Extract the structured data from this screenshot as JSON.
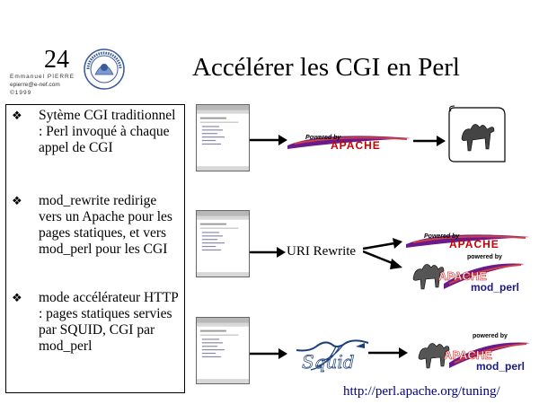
{
  "header": {
    "slide_number": "24",
    "author_name": "Emmanuel PIERRE",
    "author_email": "epierre@e-nef.com",
    "copyright": "©1999",
    "title": "Accélérer les CGI en Perl"
  },
  "bullets": [
    {
      "symbol": "❖",
      "text": "Sytème CGI traditionnel : Perl invoqué à chaque appel de CGI"
    },
    {
      "symbol": "❖",
      "text": "mod_rewrite redirige vers un Apache pour les pages statiques, et vers mod_perl pour les CGI"
    },
    {
      "symbol": "❖",
      "text": "mode accélérateur HTTP : pages statiques servies par SQUID, CGI par mod_perl"
    }
  ],
  "logos": {
    "apache_powered": "Powered by",
    "apache_name": "APACHE",
    "modperl_powered": "powered by",
    "modperl_apache": "APACHE",
    "modperl_name": "mod_perl",
    "squid_name": "Squid"
  },
  "diagram": {
    "uri_rewrite_label": "URI Rewrite"
  },
  "footer": {
    "url": "http://perl.apache.org/tuning/"
  },
  "colors": {
    "apache_red": "#cc0000",
    "feather_purple": "#6a1a8a",
    "squid_blue": "#1a3f7a",
    "link_blue": "#000080"
  }
}
